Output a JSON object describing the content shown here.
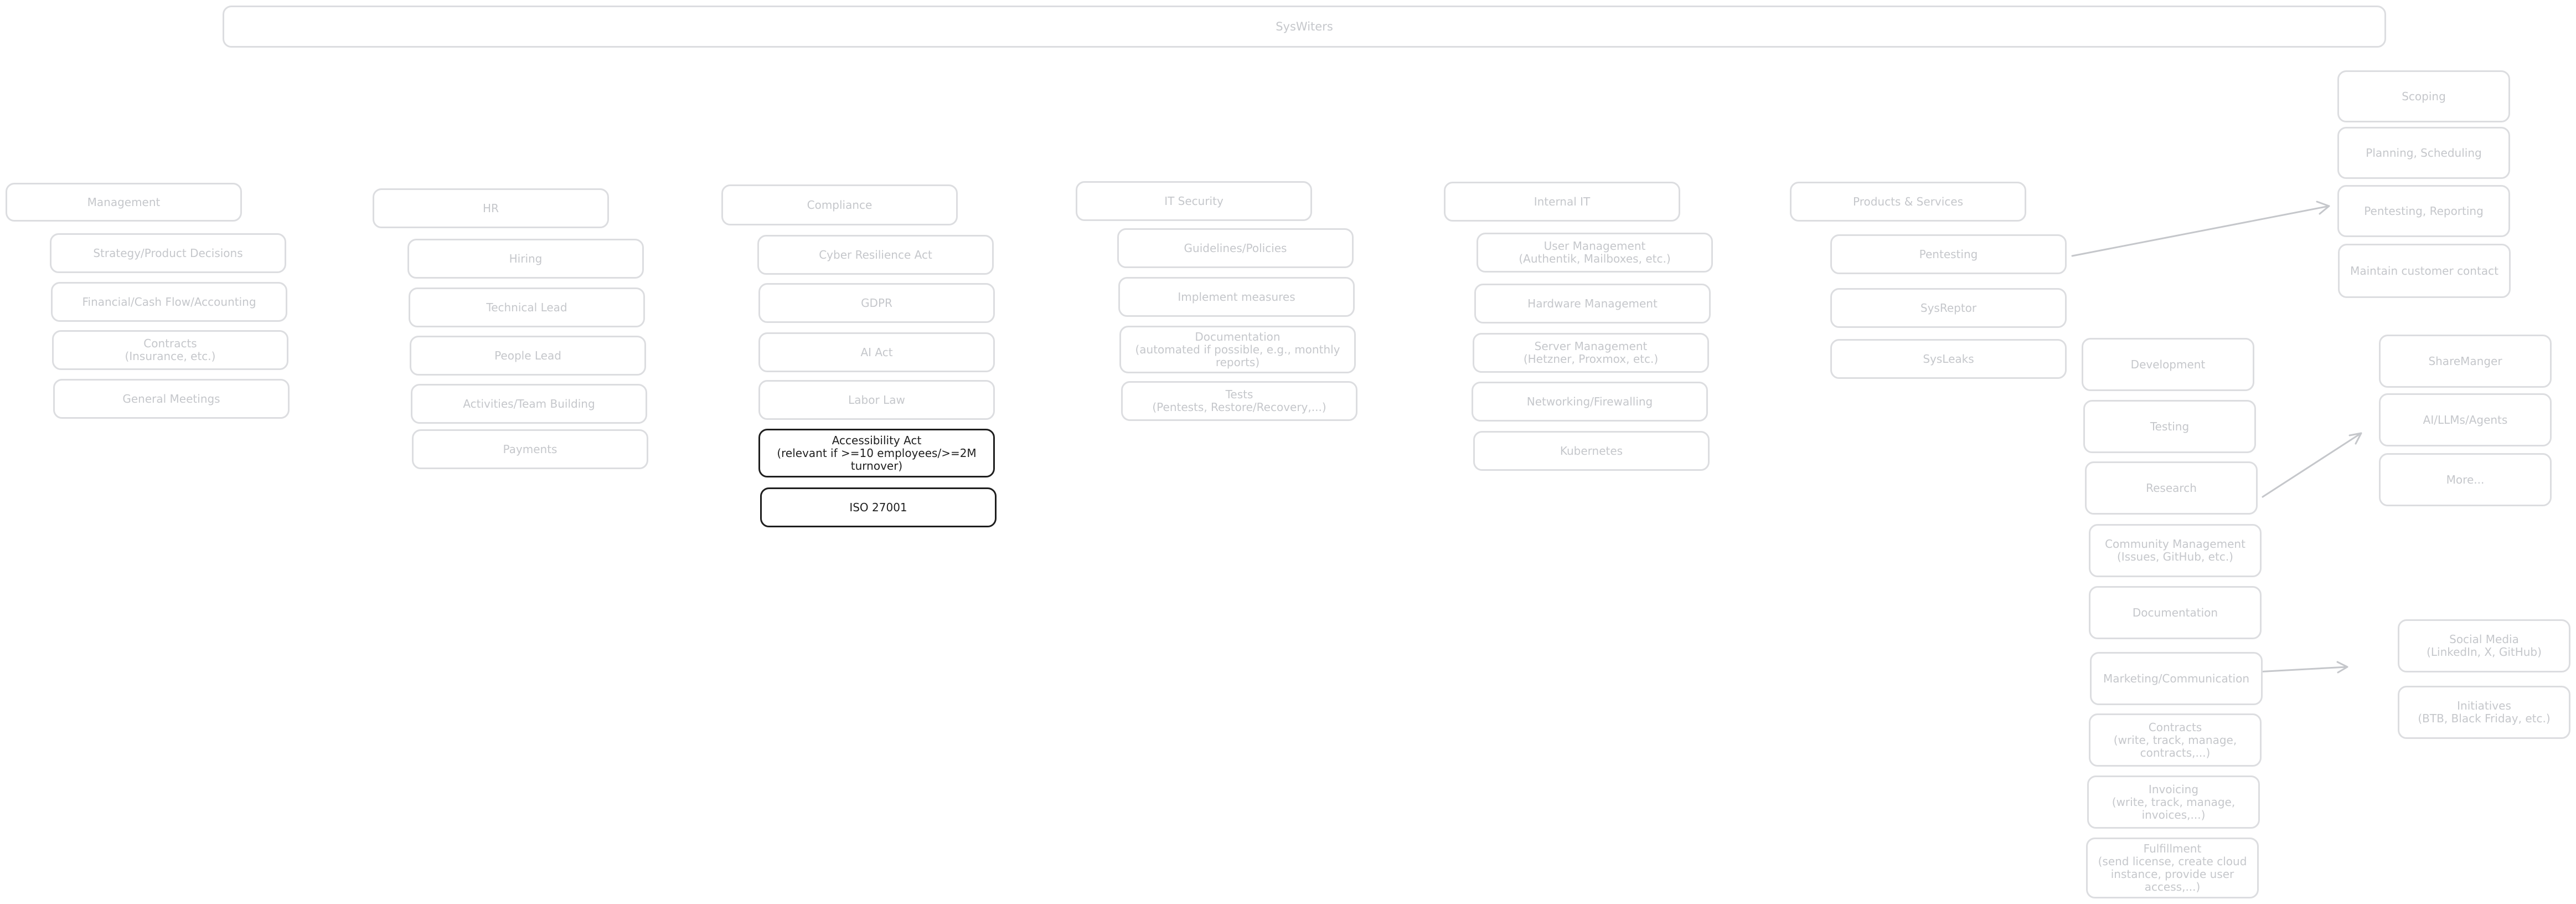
{
  "colors": {
    "muted_stroke": "#dcdde0",
    "muted_text": "#c5c7cb",
    "emphasis": "#1e1e1e",
    "background": "#ffffff"
  },
  "title": "SysWiters",
  "columns": {
    "management": {
      "header": "Management",
      "items": [
        "Strategy/Product Decisions",
        "Financial/Cash Flow/Accounting",
        "Contracts\n(Insurance, etc.)",
        "General Meetings"
      ]
    },
    "hr": {
      "header": "HR",
      "items": [
        "Hiring",
        "Technical Lead",
        "People Lead",
        "Activities/Team Building",
        "Payments"
      ]
    },
    "compliance": {
      "header": "Compliance",
      "items": [
        "Cyber Resilience Act",
        "GDPR",
        "AI Act",
        "Labor Law",
        "Accessibility Act\n(relevant if >=10 employees/>=2M turnover)",
        "ISO 27001"
      ]
    },
    "it_security": {
      "header": "IT Security",
      "items": [
        "Guidelines/Policies",
        "Implement measures",
        "Documentation\n(automated if possible, e.g., monthly reports)",
        "Tests\n(Pentests, Restore/Recovery,...)"
      ]
    },
    "internal_it": {
      "header": "Internal IT",
      "items": [
        "User Management\n(Authentik, Mailboxes, etc.)",
        "Hardware Management",
        "Server Management\n(Hetzner, Proxmox, etc.)",
        "Networking/Firewalling",
        "Kubernetes"
      ]
    },
    "products": {
      "header": "Products & Services",
      "items": [
        "Pentesting",
        "SysReptor",
        "SysLeaks"
      ]
    }
  },
  "pentesting_tasks": [
    "Scoping",
    "Planning, Scheduling",
    "Pentesting, Reporting",
    "Maintain customer contact"
  ],
  "sysreptor_tasks": [
    "Development",
    "Testing",
    "Research",
    "Community Management\n(Issues, GitHub, etc.)",
    "Documentation",
    "Marketing/Communication",
    "Contracts\n(write, track, manage, contracts,...)",
    "Invoicing\n(write, track, manage, invoices,...)",
    "Fulfillment\n(send license, create cloud instance, provide user access,...)"
  ],
  "research_topics": [
    "ShareManger",
    "AI/LLMs/Agents",
    "More..."
  ],
  "marketing_topics": [
    "Social Media\n(LinkedIn, X, GitHub)",
    "Initiatives\n(BTB, Black Friday, etc.)"
  ]
}
